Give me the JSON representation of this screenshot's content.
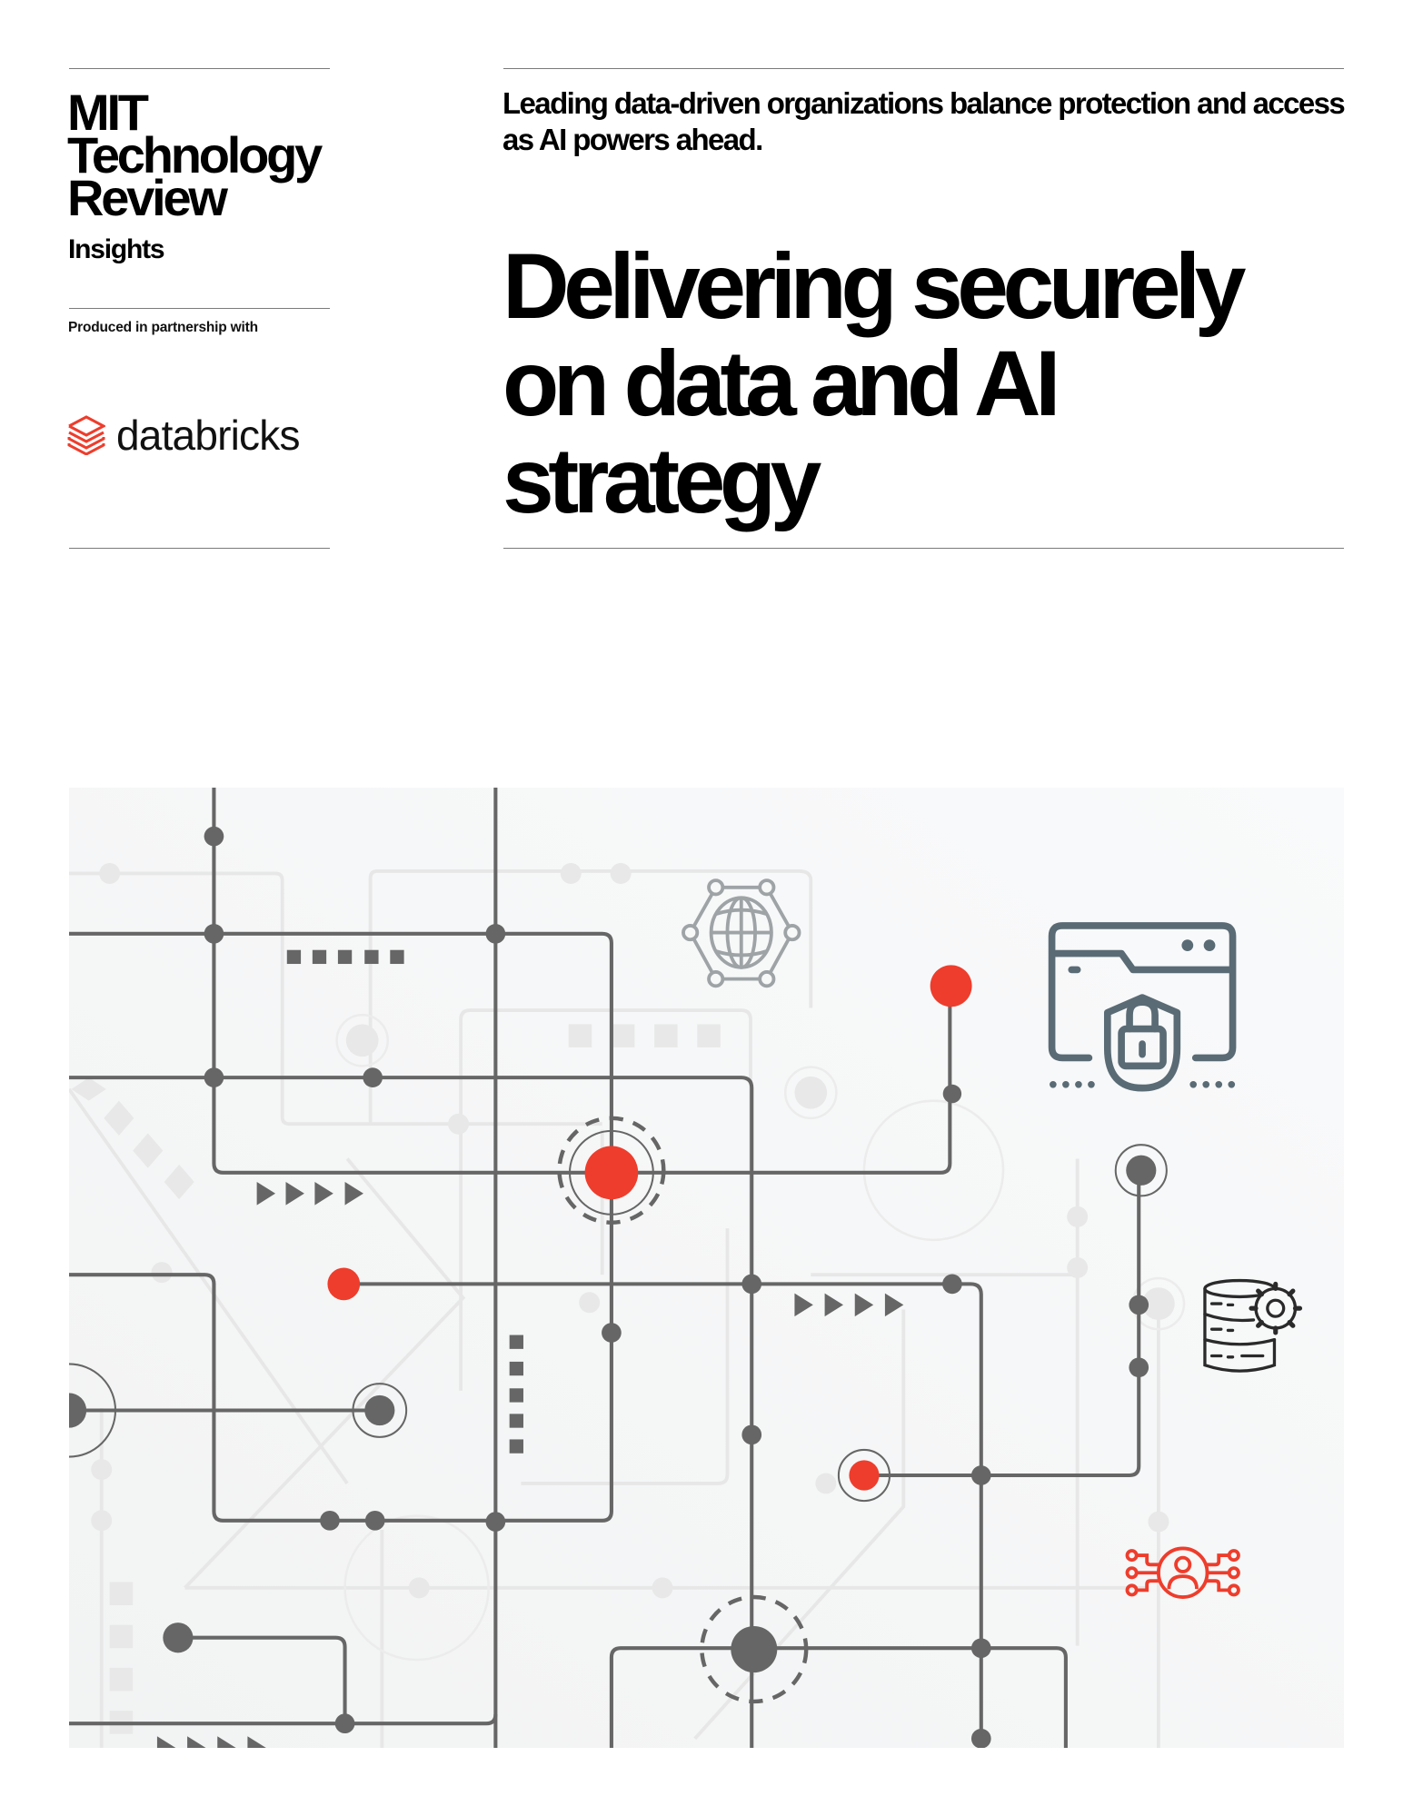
{
  "publisher": {
    "logo_lines": [
      "MIT",
      "Technology",
      "Review"
    ],
    "logo_sub": "Insights"
  },
  "partnership": {
    "label": "Produced in partnership with",
    "partner_name": "databricks",
    "partner_icon": "layered-bricks-icon",
    "partner_color": "#ee3d2c"
  },
  "cover": {
    "subtitle": "Leading data-driven organizations balance protection and access as AI powers ahead.",
    "title_lines": [
      "Delivering securely",
      "on data and AI",
      "strategy"
    ]
  },
  "illustration": {
    "description": "Circuit-board style network graphic",
    "icons": [
      "globe-network-icon",
      "browser-shield-lock-icon",
      "database-gear-icon",
      "user-network-icon"
    ],
    "colors": {
      "line": "#666666",
      "faint_line": "#e6e6e6",
      "accent_red": "#ee3d2c",
      "background": "#f4f5f6",
      "icon_slate": "#5a6b75",
      "icon_gray": "#9ea3a6"
    }
  }
}
